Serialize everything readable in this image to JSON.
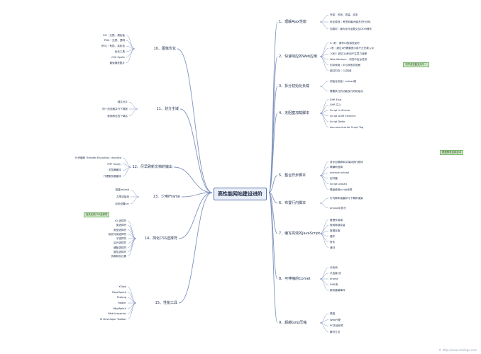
{
  "center": "高性能网站建设进阶",
  "branches": [
    {
      "label": "1、理解Ajax性能",
      "subs": [
        "完成｜时间、质量、成本",
        "优化原则｜考虑到最大值才进行优化",
        "加载时｜最大化可加载交互DOM操作"
      ]
    },
    {
      "label": "2、快速响应的Web应用",
      "subs": [
        "0.1秒｜操作UI的感觉延时",
        "1秒｜超过1秒需要提示用户正在载入中",
        "10秒｜超过10秒用户注意力转移",
        "Web Workers｜浏览中后台任务",
        "内存使用｜IE与其他浏览器",
        "超过内存｜GC回收"
      ]
    },
    {
      "label": "3、拆分初始化负载",
      "subs": [
        "初始化页面｜onload前",
        "需要执行的功能及代码初始化"
      ]
    },
    {
      "label": "4、无阻塞加载脚本",
      "subs": [
        "XHR Eval",
        "XHR 注入",
        "Script in iFrame",
        "Script DOM Element",
        "Script Defer",
        "document.write Script Tag"
      ]
    },
    {
      "label": "5、整合异步脚本",
      "subs": [
        "异步加载脚本并保持执行顺序",
        "硬编码回调",
        "window onload",
        "定时器",
        "Script onload",
        "降级使用script标签"
      ]
    },
    {
      "label": "6、布置行内脚本",
      "subs": [
        "行内脚本阻塞并行下载和渲染",
        "onload中执行"
      ]
    },
    {
      "label": "7、编写高效的JavaScript",
      "subs": [
        "管理作用域",
        "使用局部变量",
        "数据存取",
        "循环",
        "条件",
        "递归"
      ]
    },
    {
      "label": "8、可伸缩的Comet",
      "subs": [
        "长轮询",
        "长连接/流",
        "Iframe",
        "XHR流",
        "服务器端事件"
      ]
    },
    {
      "label": "9、超越Gzip压缩",
      "subs": [
        "原因",
        "Web代理",
        "PC安全软件",
        "解决方法"
      ]
    },
    {
      "label": "10、图像优化",
      "subs": [
        "GIF｜无损、调色板",
        "PNG｜无损、透明",
        "JPEG｜有损、真彩色",
        "优化工具",
        "CSS Sprite",
        "避免缩放图片"
      ]
    },
    {
      "label": "11、划分主域",
      "subs": [
        "域名分片",
        "同一浏览器并行下载数",
        "使用两至四个域名"
      ]
    },
    {
      "label": "12、尽早刷新文档的输出",
      "subs": [
        "分块编码 Transfer-Encoding: chunked",
        "PHP flush()",
        "浏览器缓冲",
        "代理服务器缓冲"
      ]
    },
    {
      "label": "13、少用iFrame",
      "subs": [
        "阻塞onload",
        "共享连接池",
        "动态设置src"
      ]
    },
    {
      "label": "14、简化CSS选择符",
      "subs": [
        "ID 选择符",
        "类选择符",
        "类型选择符",
        "相邻兄弟选择符",
        "子选择符",
        "后代选择符",
        "通配选择符",
        "属性选择符",
        "伪类和伪元素"
      ]
    },
    {
      "label": "15、性能工具",
      "subs": [
        "YSlow",
        "PageSpeed",
        "Firebug",
        "Fiddler",
        "HttpWatch",
        "Web Inspector",
        "IE Developer Toolbar"
      ]
    }
  ],
  "notes": [
    "不同浏览器支持不一",
    "根据需求选择技术",
    "高效实现CSS选择符"
  ],
  "watermark": "© http://www.cnblogs.com"
}
